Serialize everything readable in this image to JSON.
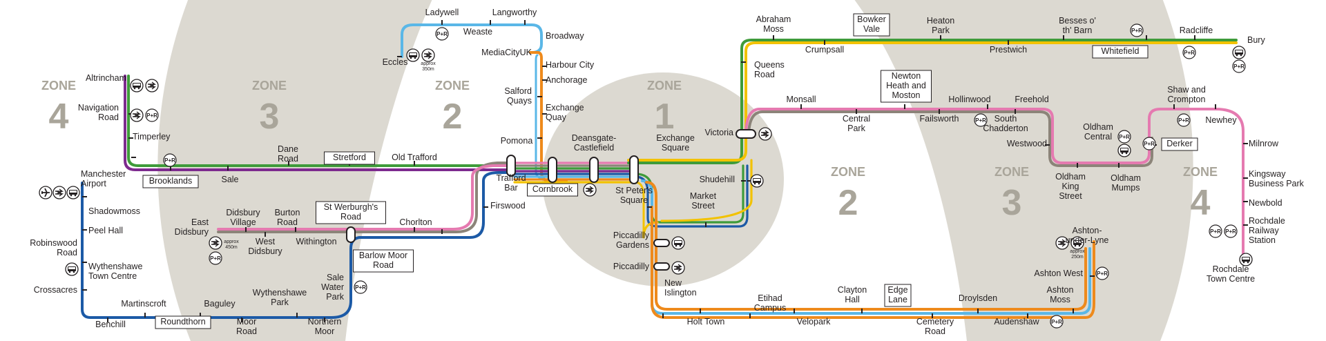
{
  "colors": {
    "zone_fill": "#dcd9d1",
    "green_line": "#3e9b3a",
    "purple_line": "#7d2a8e",
    "pink_line": "#e57ab0",
    "grey_line": "#8c8479",
    "yellow_line": "#f2c200",
    "orange_line": "#ee8a1c",
    "blue_line": "#1c5aa6",
    "lightblue_line": "#5ab7e7",
    "darkgreen_line": "#2b8a3e"
  },
  "zones": [
    {
      "word": "ZONE",
      "number": "4"
    },
    {
      "word": "ZONE",
      "number": "3"
    },
    {
      "word": "ZONE",
      "number": "2"
    },
    {
      "word": "ZONE",
      "number": "1"
    },
    {
      "word": "ZONE",
      "number": "2"
    },
    {
      "word": "ZONE",
      "number": "3"
    },
    {
      "word": "ZONE",
      "number": "4"
    }
  ],
  "stations": {
    "altrincham": "Altrincham",
    "navigation_road": [
      "Navigation",
      "Road"
    ],
    "timperley": "Timperley",
    "brooklands": "Brooklands",
    "sale": "Sale",
    "dane_road": [
      "Dane",
      "Road"
    ],
    "stretford": "Stretford",
    "old_trafford": "Old Trafford",
    "trafford_bar": [
      "Trafford",
      "Bar"
    ],
    "firswood": "Firswood",
    "pomona": "Pomona",
    "cornbrook": "Cornbrook",
    "deansgate": [
      "Deansgate-",
      "Castlefield"
    ],
    "st_peters": [
      "St Peter's",
      "Square"
    ],
    "exchange_square": [
      "Exchange",
      "Square"
    ],
    "victoria": "Victoria",
    "shudehill": "Shudehill",
    "market_street": [
      "Market",
      "Street"
    ],
    "piccadilly_gardens": [
      "Piccadilly",
      "Gardens"
    ],
    "piccadilly": "Piccadilly",
    "new_islington": [
      "New",
      "Islington"
    ],
    "holt_town": "Holt Town",
    "etihad": [
      "Etihad",
      "Campus"
    ],
    "velopark": "Velopark",
    "clayton_hall": [
      "Clayton",
      "Hall"
    ],
    "edge_lane": [
      "Edge",
      "Lane"
    ],
    "cemetery_road": [
      "Cemetery",
      "Road"
    ],
    "droylsden": "Droylsden",
    "audenshaw": "Audenshaw",
    "ashton_moss": [
      "Ashton",
      "Moss"
    ],
    "ashton_west": "Ashton West",
    "ashton_under_lyne": [
      "Ashton-",
      "under-Lyne"
    ],
    "ladywell": "Ladywell",
    "langworthy": "Langworthy",
    "weaste": "Weaste",
    "broadway": "Broadway",
    "eccles": "Eccles",
    "mediacityuk": "MediaCityUK",
    "harbour_city": "Harbour City",
    "anchorage": "Anchorage",
    "salford_quays": [
      "Salford",
      "Quays"
    ],
    "exchange_quay": [
      "Exchange",
      "Quay"
    ],
    "abraham_moss": [
      "Abraham",
      "Moss"
    ],
    "queens_road": [
      "Queens",
      "Road"
    ],
    "crumpsall": "Crumpsall",
    "bowker_vale": [
      "Bowker",
      "Vale"
    ],
    "heaton_park": [
      "Heaton",
      "Park"
    ],
    "prestwich": "Prestwich",
    "besses": [
      "Besses o'",
      "th' Barn"
    ],
    "whitefield": "Whitefield",
    "radcliffe": "Radcliffe",
    "bury": "Bury",
    "monsall": "Monsall",
    "central_park": [
      "Central",
      "Park"
    ],
    "newton_heath": [
      "Newton",
      "Heath and",
      "Moston"
    ],
    "failsworth": "Failsworth",
    "hollinwood": "Hollinwood",
    "south_chadderton": [
      "South",
      "Chadderton"
    ],
    "freehold": "Freehold",
    "westwood": "Westwood",
    "oldham_king_street": [
      "Oldham",
      "King",
      "Street"
    ],
    "oldham_central": [
      "Oldham",
      "Central"
    ],
    "oldham_mumps": [
      "Oldham",
      "Mumps"
    ],
    "derker": "Derker",
    "shaw": [
      "Shaw and",
      "Crompton"
    ],
    "newhey": "Newhey",
    "milnrow": "Milnrow",
    "kingsway": [
      "Kingsway",
      "Business Park"
    ],
    "newbold": "Newbold",
    "rochdale_railway": [
      "Rochdale",
      "Railway",
      "Station"
    ],
    "rochdale_town": [
      "Rochdale",
      "Town Centre"
    ],
    "manchester_airport": [
      "Manchester",
      "Airport"
    ],
    "shadowmoss": "Shadowmoss",
    "peel_hall": "Peel Hall",
    "robinswood": [
      "Robinswood",
      "Road"
    ],
    "wythenshawe_tc": [
      "Wythenshawe",
      "Town Centre"
    ],
    "crossacres": "Crossacres",
    "benchill": "Benchill",
    "martinscroft": "Martinscroft",
    "roundthorn": "Roundthorn",
    "baguley": "Baguley",
    "moor_road": [
      "Moor",
      "Road"
    ],
    "wythenshawe_park": [
      "Wythenshawe",
      "Park"
    ],
    "northern_moor": [
      "Northern",
      "Moor"
    ],
    "sale_water_park": [
      "Sale",
      "Water",
      "Park"
    ],
    "barlow_moor": [
      "Barlow Moor",
      "Road"
    ],
    "st_werburghs": [
      "St Werburgh's",
      "Road"
    ],
    "chorlton": "Chorlton",
    "withington": "Withington",
    "burton_road": [
      "Burton",
      "Road"
    ],
    "west_didsbury": [
      "West",
      "Didsbury"
    ],
    "didsbury_village": [
      "Didsbury",
      "Village"
    ],
    "east_didsbury": [
      "East",
      "Didsbury"
    ]
  },
  "annotations": {
    "park_ride": "P+R",
    "approx_350m": [
      "approx",
      "350m"
    ],
    "approx_450m": [
      "approx",
      "450m"
    ],
    "approx_250m": [
      "approx",
      "250m"
    ]
  },
  "icons": [
    "train-icon",
    "bus-icon",
    "plane-icon",
    "park-and-ride-icon"
  ]
}
